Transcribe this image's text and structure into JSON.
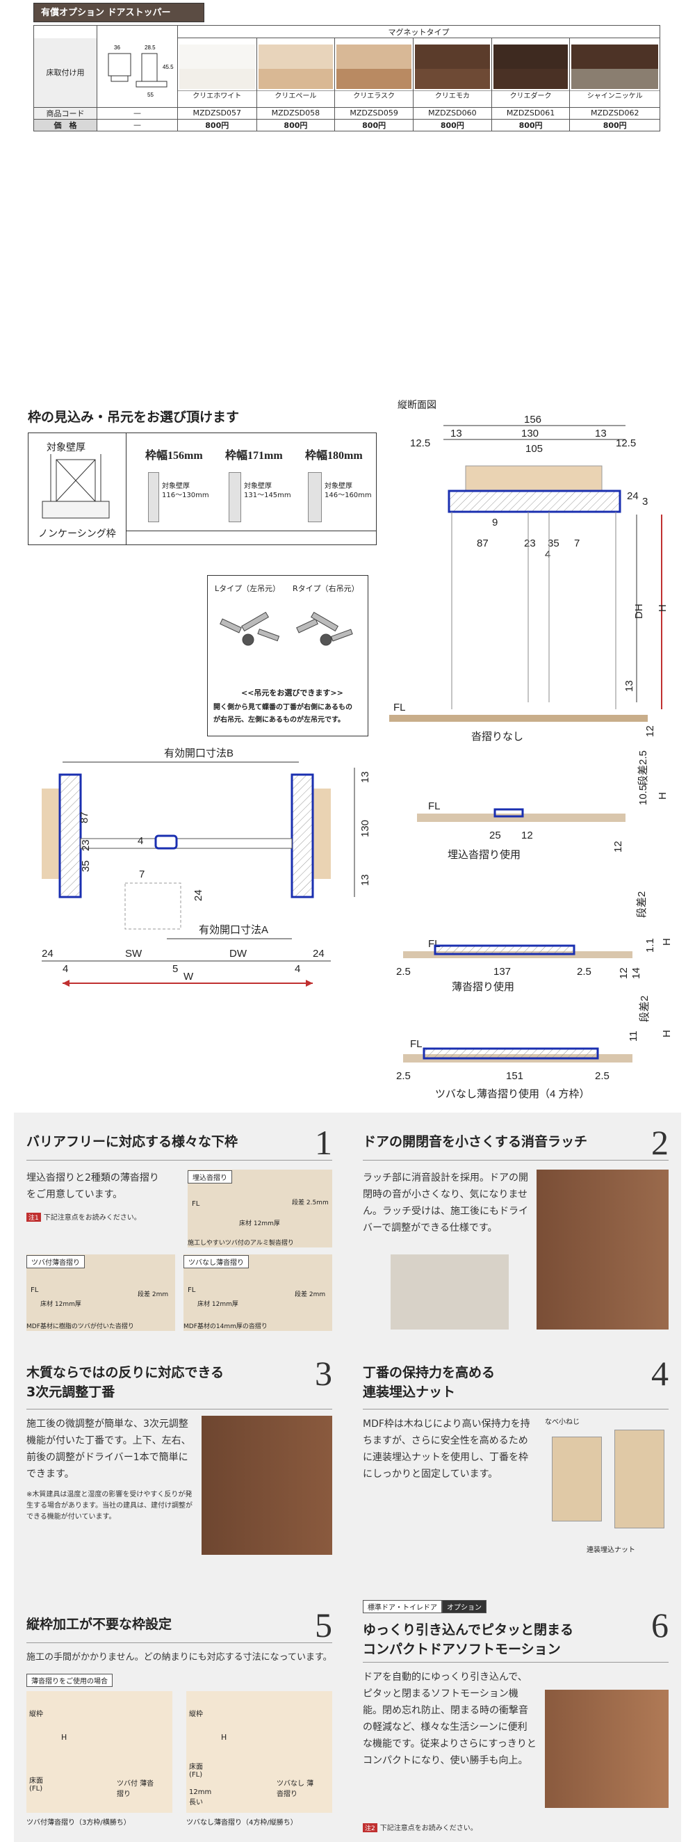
{
  "header": {
    "badge": "有償オプション  ドアストッパー"
  },
  "stopper": {
    "magnet_label": "マグネットタイプ",
    "row_labels": {
      "mount": "床取付け用",
      "code": "商品コード",
      "price": "価　格"
    },
    "drawing_dims": {
      "w1": "36",
      "w2": "28.5",
      "h": "45.5",
      "base": "55"
    },
    "dash": "—",
    "colors": [
      {
        "name": "クリエホワイト",
        "code": "MZDZSD057",
        "price": "800円",
        "swatch": "#f2efe9"
      },
      {
        "name": "クリエペール",
        "code": "MZDZSD058",
        "price": "800円",
        "swatch": "#d9b894"
      },
      {
        "name": "クリエラスク",
        "code": "MZDZSD059",
        "price": "800円",
        "swatch": "#b98a62"
      },
      {
        "name": "クリエモカ",
        "code": "MZDZSD060",
        "price": "800円",
        "swatch": "#6e4a35"
      },
      {
        "name": "クリエダーク",
        "code": "MZDZSD061",
        "price": "800円",
        "swatch": "#4a3125"
      },
      {
        "name": "シャインニッケル",
        "code": "MZDZSD062",
        "price": "800円",
        "swatch": "#8a7e70"
      }
    ]
  },
  "frame": {
    "title": "枠の見込み・吊元をお選び頂けます",
    "target_wall": "対象壁厚",
    "non_casing": "ノンケーシング枠",
    "widths": [
      {
        "label": "枠幅156mm",
        "wall": "対象壁厚",
        "range": "116〜130mm"
      },
      {
        "label": "枠幅171mm",
        "wall": "対象壁厚",
        "range": "131〜145mm"
      },
      {
        "label": "枠幅180mm",
        "wall": "対象壁厚",
        "range": "146〜160mm"
      }
    ],
    "hinge": {
      "l_type": "Lタイプ（左吊元）",
      "r_type": "Rタイプ（右吊元）",
      "note1": "<<吊元をお選びできます>>",
      "note2": "開く側から見て蝶番の丁番が右側にあるもの",
      "note3": "が右吊元、左側にあるものが左吊元です。"
    }
  },
  "section": {
    "title": "縦断面図",
    "top_dims": {
      "total": "156",
      "left": "12.5",
      "l13": "13",
      "mid": "130",
      "r13": "13",
      "right": "12.5",
      "inner": "105"
    },
    "side_dims": {
      "d24": "24",
      "d3": "3",
      "d9": "9",
      "d87": "87",
      "d23": "23",
      "d35": "35",
      "d7": "7",
      "d4": "4",
      "dh": "DH",
      "h": "H",
      "d13": "13",
      "d12": "12"
    },
    "fl": "FL",
    "no_sill": "沓摺りなし",
    "embed": {
      "label": "埋込沓摺り使用",
      "step": "段差2.5",
      "d10": "10.5",
      "d25": "25",
      "d12": "12",
      "d12b": "12",
      "h": "H"
    },
    "thin": {
      "label": "薄沓摺り使用",
      "step": "段差2",
      "d11": "1.1",
      "d137": "137",
      "d25l": "2.5",
      "d25r": "2.5",
      "d12": "12",
      "d14": "14",
      "h": "H"
    },
    "flange": {
      "label": "ツバなし薄沓摺り使用（4 方枠）",
      "step": "段差2",
      "d11": "11",
      "d151": "151",
      "d25l": "2.5",
      "d25r": "2.5",
      "h": "H"
    }
  },
  "plan": {
    "top_label": "有効開口寸法B",
    "inner_label": "有効開口寸法A",
    "dims": {
      "d87": "87",
      "d23": "23",
      "d4": "4",
      "d35": "35",
      "d7": "7",
      "d24v": "24",
      "d13a": "13",
      "d130": "130",
      "d13b": "13",
      "d24l": "24",
      "d4l": "4",
      "sw": "SW",
      "d5": "5",
      "dw": "DW",
      "d4r": "4",
      "d24r": "24",
      "w": "W"
    }
  },
  "features": [
    {
      "num": "1",
      "title_a": "バリアフリーに対応する様々な",
      "title_b": "下枠",
      "body": "埋込沓摺りと2種類の薄沓摺りをご用意しています。",
      "note_chip": "注1",
      "note": "下記注意点をお読みください。",
      "tags": [
        "埋込沓摺り",
        "ツバ付薄沓摺り",
        "ツバなし薄沓摺り"
      ],
      "captions": [
        "施工しやすいツバ付のアルミ製沓摺り",
        "MDF基材に樹脂のツバが付いた沓摺り",
        "MDF基材の14mm厚の沓摺り"
      ],
      "labels": {
        "fl": "FL",
        "floor": "床材 12mm厚",
        "step25": "段差 2.5mm",
        "step2": "段差 2mm"
      }
    },
    {
      "num": "2",
      "title_a": "ドアの開閉音を小さくする",
      "title_b": "消音ラッチ",
      "body": "ラッチ部に消音設計を採用。ドアの開閉時の音が小さくなり、気になりません。ラッチ受けは、施工後にもドライバーで調整ができる仕様です。"
    },
    {
      "num": "3",
      "title_a": "木質ならではの反りに対応できる",
      "title_b": "3次元調整丁番",
      "body": "施工後の微調整が簡単な、3次元調整機能が付いた丁番です。上下、左右、前後の調整がドライバー1本で簡単にできます。",
      "note": "※木質建具は温度と湿度の影響を受けやすく反りが発生する場合があります。当社の建具は、建付け調整ができる機能が付いています。"
    },
    {
      "num": "4",
      "title_a": "丁番の保持力を高める",
      "title_b": "連装埋込ナット",
      "body": "MDF枠は木ねじにより高い保持力を持ちますが、さらに安全性を高めるために連装埋込ナットを使用し、丁番を枠にしっかりと固定しています。",
      "label_screw": "なべ小ねじ",
      "label_nut": "連装埋込ナット"
    },
    {
      "num": "5",
      "title_a": "縦枠加工が不要な",
      "title_b": "枠設定",
      "body": "施工の手間がかかりません。どの納まりにも対応する寸法になっています。",
      "tag": "薄沓摺りをご使用の場合",
      "labels": {
        "vert": "縦枠",
        "floor": "床面 (FL)",
        "tsuba_on": "ツバ付 薄沓摺り",
        "tsuba_off": "ツバなし 薄沓摺り",
        "long": "12mm 長い",
        "h": "H"
      },
      "captions": [
        "ツバ付薄沓摺り（3方枠/横勝ち）",
        "ツバなし薄沓摺り（4方枠/縦勝ち）"
      ]
    },
    {
      "num": "6",
      "title_a": "ゆっくり引き込んでピタッと閉まる",
      "title_b": "コンパクトドアソフトモーション",
      "body": "ドアを自動的にゆっくり引き込んで、ピタッと閉まるソフトモーション機能。閉め忘れ防止、閉まる時の衝撃音の軽減など、様々な生活シーンに便利な機能です。従来よりさらにすっきりとコンパクトになり、使い勝手も向上。",
      "tag_a": "標準ドア・トイレドア",
      "tag_b": "オプション",
      "note_chip": "注2",
      "note": "下記注意点をお読みください。"
    }
  ],
  "colors": {
    "accent_red": "#c03030",
    "frame_blue": "#1a2fb0",
    "badge_bg": "#5b4c43",
    "panel_bg": "#f0f0f0"
  }
}
